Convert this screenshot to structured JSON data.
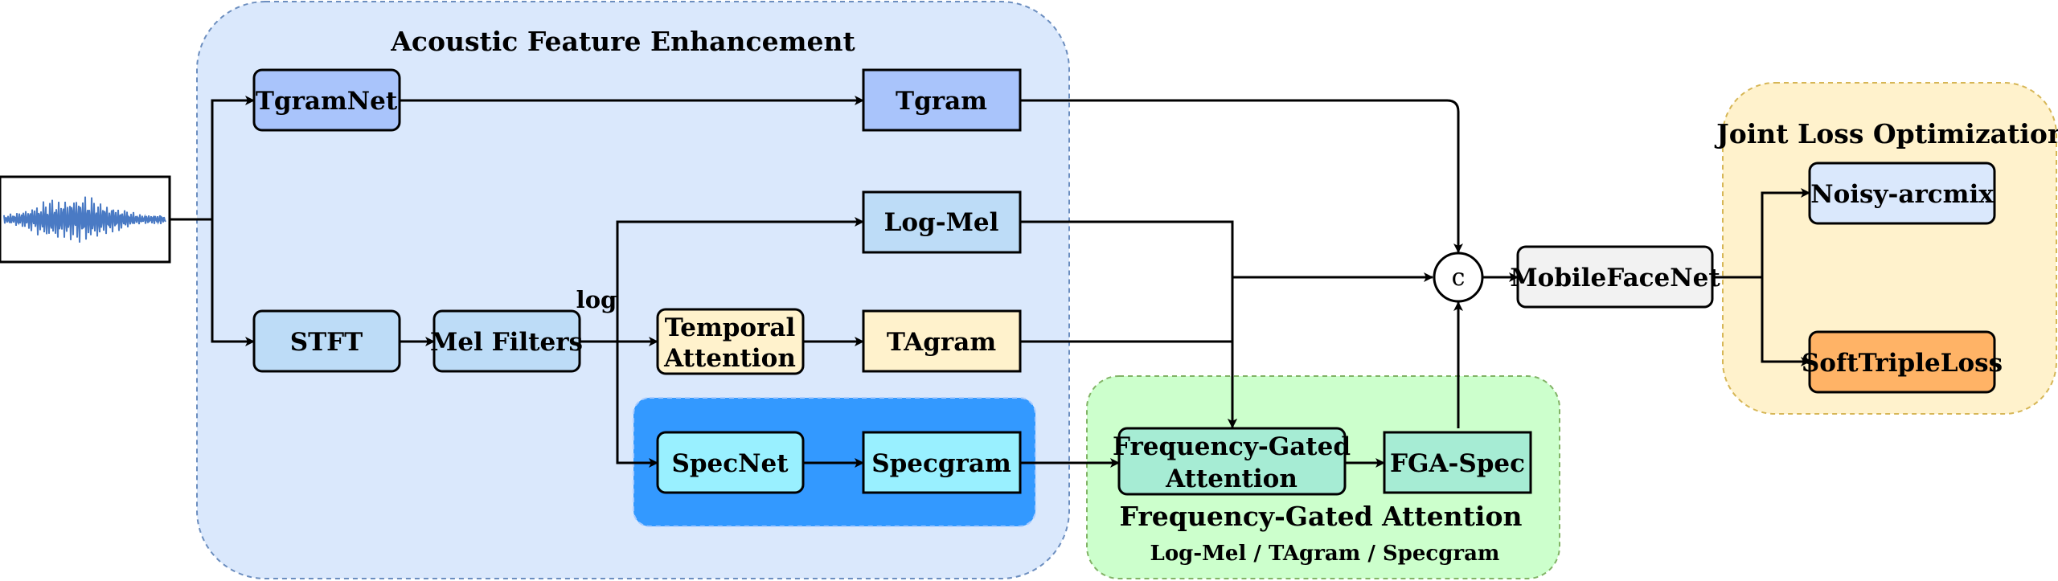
{
  "groups": {
    "acoustic": {
      "title": "Acoustic Feature Enhancement",
      "fill": "#dae8fc",
      "stroke": "#6c8ebf"
    },
    "specnet_group": {
      "fill": "#3399ff"
    },
    "fga": {
      "title": "Frequency-Gated Attention",
      "subtitle": "Log-Mel / TAgram / Specgram",
      "fill": "#ccffcc",
      "stroke": "#82b366"
    },
    "joint_loss": {
      "title": "Joint Loss Optimization",
      "fill": "#fff2cc",
      "stroke": "#d6b656"
    }
  },
  "nodes": {
    "tgramnet": {
      "label": "TgramNet",
      "fill": "#a9c4fb"
    },
    "tgram": {
      "label": "Tgram",
      "fill": "#a9c4fb"
    },
    "logmel": {
      "label": "Log-Mel",
      "fill": "#bddcf7"
    },
    "stft": {
      "label": "STFT",
      "fill": "#bddcf7"
    },
    "mel_filters": {
      "label": "Mel Filters",
      "fill": "#bddcf7"
    },
    "temporal_attention": {
      "label_line1": "Temporal",
      "label_line2": "Attention",
      "fill": "#fff2cc"
    },
    "tagram": {
      "label": "TAgram",
      "fill": "#fff2cc"
    },
    "specnet": {
      "label": "SpecNet",
      "fill": "#99f0ff"
    },
    "specgram": {
      "label": "Specgram",
      "fill": "#99f0ff"
    },
    "fga_block": {
      "label_line1": "Frequency-Gated",
      "label_line2": "Attention",
      "fill": "#a6ecd4"
    },
    "fga_spec": {
      "label": "FGA-Spec",
      "fill": "#a6ecd4"
    },
    "concat": {
      "label": "c"
    },
    "mobilefacenet": {
      "label": "MobileFaceNet",
      "fill": "#f2f2f2"
    },
    "noisy_arcmix": {
      "label": "Noisy-arcmix",
      "fill": "#dae8fc"
    },
    "softtripleloss": {
      "label": "SoftTripleLoss",
      "fill": "#ffb366"
    }
  },
  "edge_labels": {
    "log": "log"
  },
  "waveform": {
    "icon": "audio-waveform",
    "color": "#4a7ac4"
  }
}
